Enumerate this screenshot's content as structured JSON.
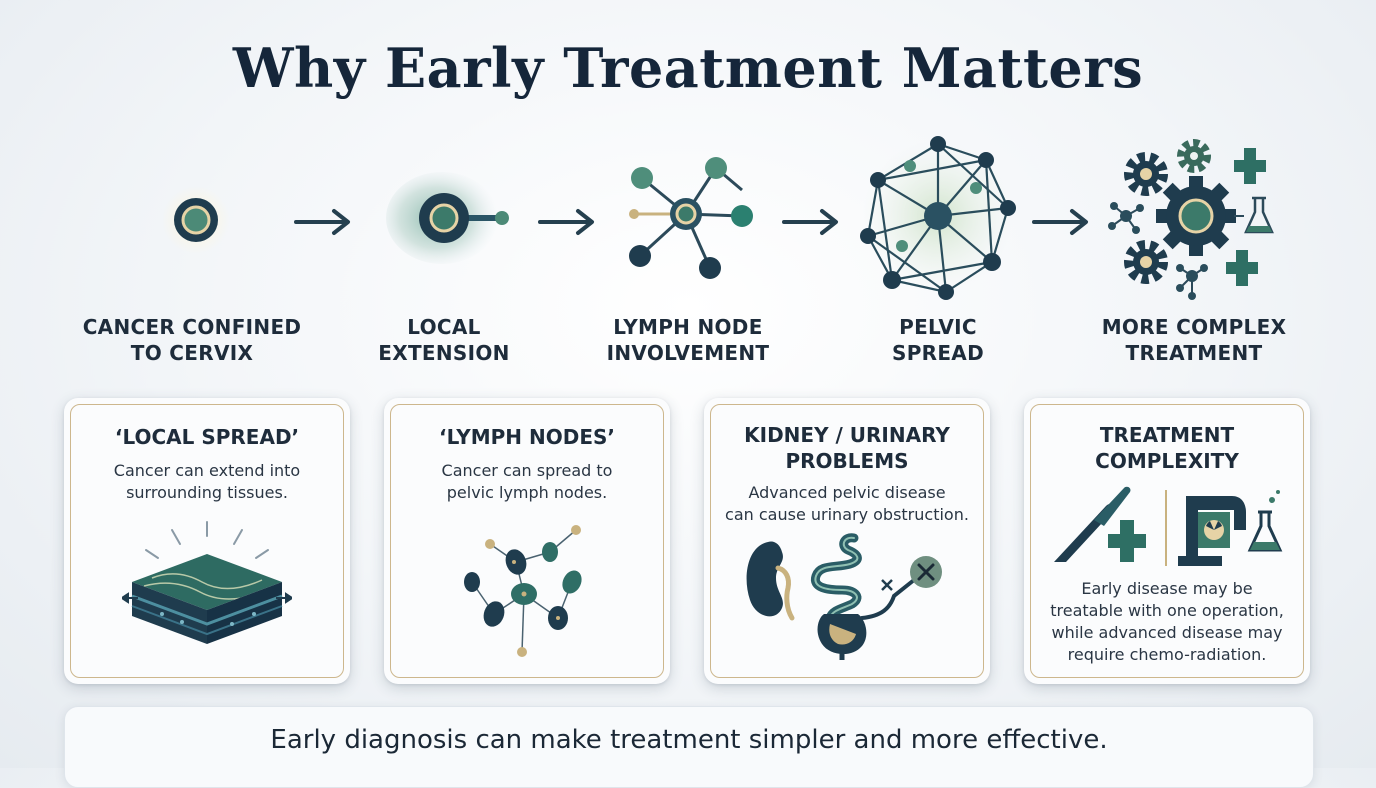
{
  "title": "Why Early Treatment Matters",
  "stages": [
    {
      "line1": "Cancer confined",
      "line2": "to cervix"
    },
    {
      "line1": "Local",
      "line2": "extension"
    },
    {
      "line1": "Lymph node",
      "line2": "involvement"
    },
    {
      "line1": "Pelvic",
      "line2": "spread"
    },
    {
      "line1": "More complex",
      "line2": "treatment"
    }
  ],
  "cards": [
    {
      "title1": "‘LOCAL SPREAD’",
      "title2": "",
      "text1": "Cancer can extend into",
      "text2": "surrounding tissues.",
      "text3": "",
      "text4": ""
    },
    {
      "title1": "‘LYMPH NODES’",
      "title2": "",
      "text1": "Cancer can spread to",
      "text2": "pelvic lymph nodes.",
      "text3": "",
      "text4": ""
    },
    {
      "title1": "KIDNEY / URINARY",
      "title2": "PROBLEMS",
      "text1": "Advanced pelvic disease",
      "text2": "can cause urinary obstruction.",
      "text3": "",
      "text4": ""
    },
    {
      "title1": "TREATMENT",
      "title2": "COMPLEXITY",
      "text1": "Early disease may be",
      "text2": "treatable with one operation,",
      "text3": "while advanced disease may",
      "text4": "require chemo-radiation."
    }
  ],
  "banner": "Early diagnosis can make treatment simpler and more effective.",
  "colors": {
    "navy": "#1e3a4c",
    "teal": "#3f7f6e",
    "gold": "#cdb78d"
  }
}
